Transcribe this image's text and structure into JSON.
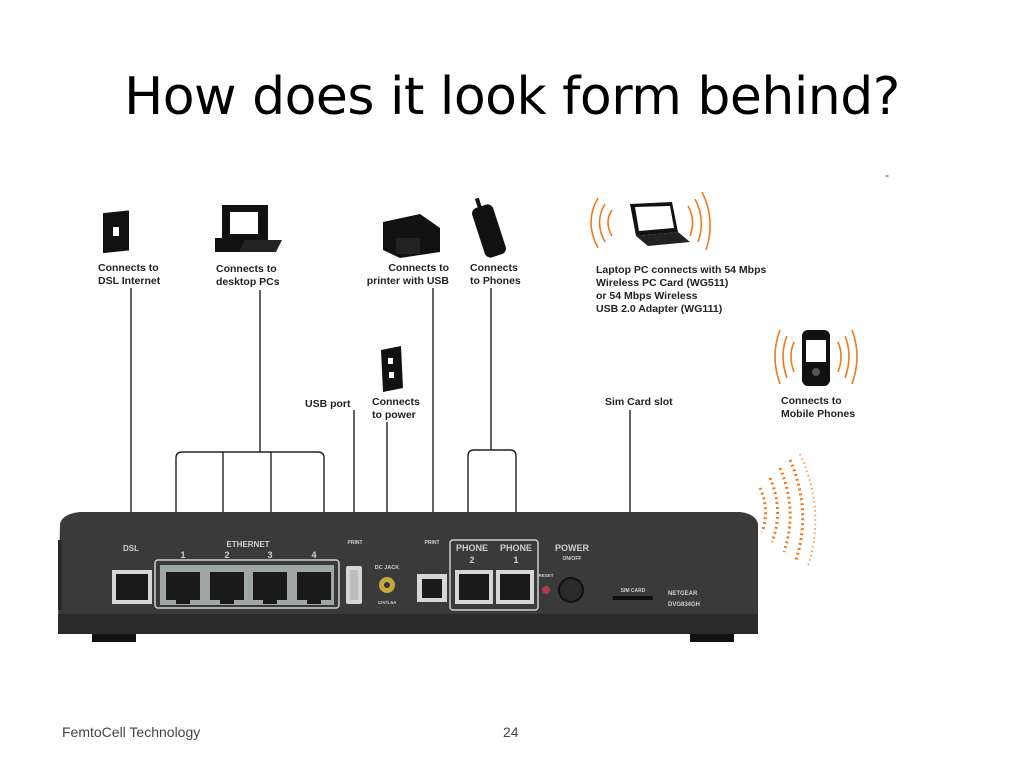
{
  "slide": {
    "title": "How does it look form behind?",
    "footer_left": "FemtoCell Technology",
    "page_number": "24",
    "corner_mark": "-"
  },
  "callouts": {
    "dsl": "Connects to\nDSL Internet",
    "desktop": "Connects to\ndesktop PCs",
    "printer": "Connects to\nprinter with USB",
    "phones": "Connects\nto Phones",
    "laptop": "Laptop PC connects with 54 Mbps\nWireless PC Card (WG511)\nor 54 Mbps Wireless\nUSB 2.0 Adapter (WG111)",
    "usb_port": "USB port",
    "power": "Connects\nto power",
    "sim": "Sim Card slot",
    "mobile": "Connects to\nMobile Phones"
  },
  "device": {
    "dsl": "DSL",
    "ethernet": "ETHERNET",
    "eth_ports": [
      "1",
      "2",
      "3",
      "4"
    ],
    "usb_small": "PRINT",
    "dc_jack": "DC JACK",
    "dc_sub": "12V/1.5A",
    "usb_small2": "PRINT",
    "phone2": "PHONE",
    "phone2_num": "2",
    "phone1": "PHONE",
    "phone1_num": "1",
    "power": "POWER",
    "power_sub": "ON/OFF",
    "reset": "RESET",
    "sim_card": "SIM CARD",
    "brand": "NETGEAR",
    "model": "DVG834GH"
  },
  "colors": {
    "device_body": "#3a3a3a",
    "wave": "#f07a1e"
  }
}
